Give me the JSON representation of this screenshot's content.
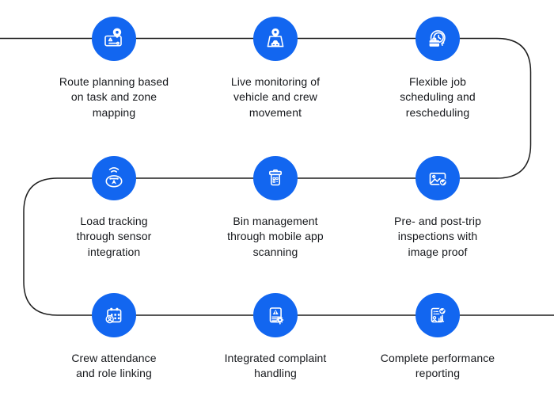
{
  "diagram": {
    "colors": {
      "accent": "#1266F0",
      "icon_stroke": "#FFFFFF",
      "connector_line": "#1F1F1F",
      "text": "#16181C",
      "background": "#FFFFFF"
    },
    "items": [
      {
        "icon": "route-map-pin-icon",
        "label": "Route planning based\non task and zone\nmapping"
      },
      {
        "icon": "vehicle-location-pin-icon",
        "label": "Live monitoring of\nvehicle and crew\nmovement"
      },
      {
        "icon": "briefcase-clock-reschedule-icon",
        "label": "Flexible job\nscheduling and\nrescheduling"
      },
      {
        "icon": "load-sensor-wifi-icon",
        "label": "Load tracking\nthrough sensor\nintegration"
      },
      {
        "icon": "bin-qr-scan-icon",
        "label": "Bin management\nthrough mobile app\nscanning"
      },
      {
        "icon": "image-check-icon",
        "label": "Pre- and post-trip\ninspections with\nimage proof"
      },
      {
        "icon": "calendar-person-icon",
        "label": "Crew attendance\nand role linking"
      },
      {
        "icon": "document-alert-gear-icon",
        "label": "Integrated complaint\nhandling"
      },
      {
        "icon": "report-check-chart-icon",
        "label": "Complete performance\nreporting"
      }
    ]
  }
}
